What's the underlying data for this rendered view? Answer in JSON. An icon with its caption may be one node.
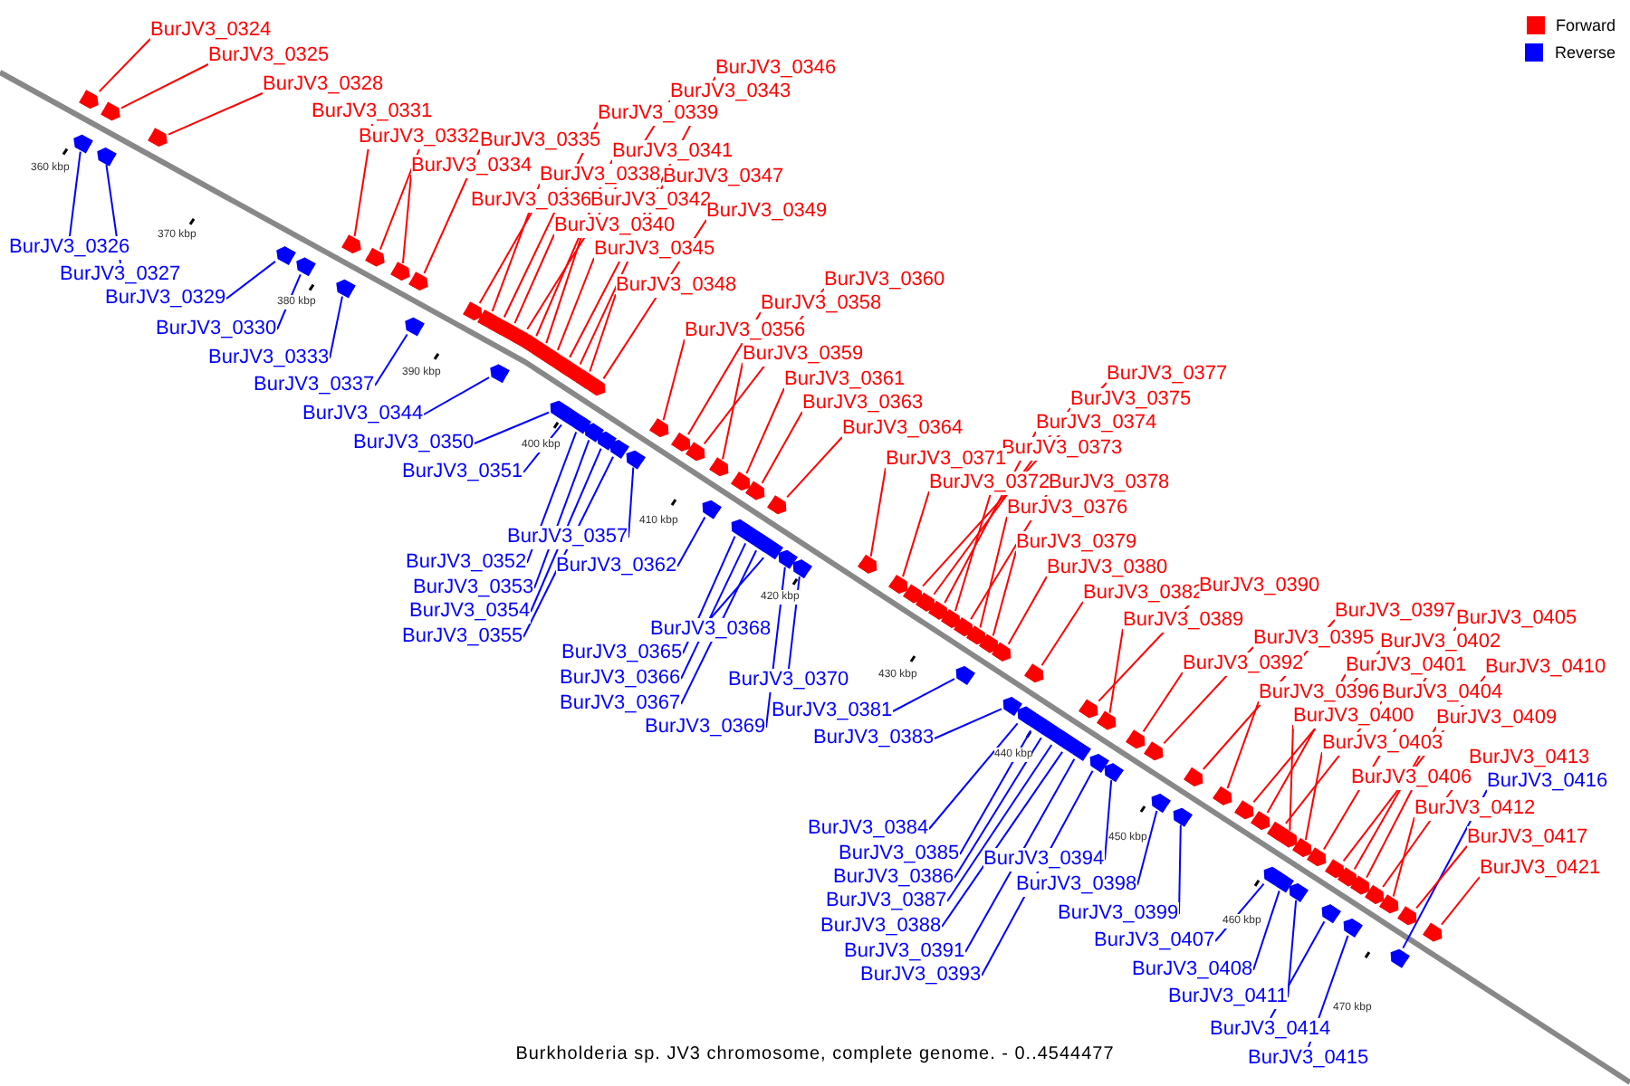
{
  "diagram": {
    "caption": "Burkholderia sp. JV3 chromosome, complete genome. - 0..4544477",
    "nodes": [
      {
        "text": [
          "BurJV3_0324"
        ]
      },
      {
        "text": [
          "BurJV3_0325"
        ]
      },
      {
        "text": [
          "BurJV3_0328"
        ]
      },
      {
        "text": [
          "BurJV3_0331"
        ]
      },
      {
        "text": [
          "BurJV3_0332"
        ]
      },
      {
        "text": [
          "BurJV3_0334"
        ]
      },
      {
        "text": [
          "BurJV3_0335"
        ]
      },
      {
        "text": [
          "BurJV3_0336"
        ]
      },
      {
        "text": [
          "BurJV3_0339"
        ]
      },
      {
        "text": [
          "BurJV3_0343"
        ]
      },
      {
        "text": [
          "BurJV3_0346"
        ]
      },
      {
        "text": [
          "BurJV3_0341"
        ]
      },
      {
        "text": [
          "BurJV3_0338"
        ]
      },
      {
        "text": [
          "BurJV3_0347"
        ]
      },
      {
        "text": [
          "BurJV3_0342"
        ]
      },
      {
        "text": [
          "BurJV3_0340"
        ]
      },
      {
        "text": [
          "BurJV3_0349"
        ]
      },
      {
        "text": [
          "BurJV3_0345"
        ]
      },
      {
        "text": [
          "BurJV3_0348"
        ]
      },
      {
        "text": [
          "BurJV3_0356"
        ]
      },
      {
        "text": [
          "BurJV3_0358"
        ]
      },
      {
        "text": [
          "BurJV3_0360"
        ]
      },
      {
        "text": [
          "BurJV3_0359"
        ]
      },
      {
        "text": [
          "BurJV3_0361"
        ]
      },
      {
        "text": [
          "BurJV3_0363"
        ]
      },
      {
        "text": [
          "BurJV3_0364"
        ]
      },
      {
        "text": [
          "BurJV3_0377"
        ]
      },
      {
        "text": [
          "BurJV3_0375"
        ]
      },
      {
        "text": [
          "BurJV3_0374"
        ]
      },
      {
        "text": [
          "BurJV3_0373"
        ]
      },
      {
        "text": [
          "BurJV3_0371"
        ]
      },
      {
        "text": [
          "BurJV3_0372"
        ]
      },
      {
        "text": [
          "BurJV3_0378"
        ]
      },
      {
        "text": [
          "BurJV3_0376"
        ]
      },
      {
        "text": [
          "BurJV3_0379"
        ]
      },
      {
        "text": [
          "BurJV3_0380"
        ]
      },
      {
        "text": [
          "BurJV3_0382"
        ]
      },
      {
        "text": [
          "BurJV3_0390"
        ]
      },
      {
        "text": [
          "BurJV3_0389"
        ]
      },
      {
        "text": [
          "BurJV3_0395"
        ]
      },
      {
        "text": [
          "BurJV3_0392"
        ]
      },
      {
        "text": [
          "BurJV3_0397"
        ]
      },
      {
        "text": [
          "BurJV3_0396"
        ]
      },
      {
        "text": [
          "BurJV3_0402"
        ]
      },
      {
        "text": [
          "BurJV3_0401"
        ]
      },
      {
        "text": [
          "BurJV3_0405"
        ]
      },
      {
        "text": [
          "BurJV3_0404"
        ]
      },
      {
        "text": [
          "BurJV3_0400"
        ]
      },
      {
        "text": [
          "BurJV3_0410"
        ]
      },
      {
        "text": [
          "BurJV3_0403"
        ]
      },
      {
        "text": [
          "BurJV3_0409"
        ]
      },
      {
        "text": [
          "BurJV3_0406"
        ]
      },
      {
        "text": [
          "BurJV3_0413"
        ]
      },
      {
        "text": [
          "BurJV3_0412"
        ]
      },
      {
        "text": [
          "BurJV3_0416"
        ]
      },
      {
        "text": [
          "BurJV3_0417"
        ]
      },
      {
        "text": [
          "BurJV3_0421"
        ]
      },
      {
        "text": [
          "BurJV3_0326"
        ]
      },
      {
        "text": [
          "BurJV3_0327"
        ]
      },
      {
        "text": [
          "BurJV3_0329"
        ]
      },
      {
        "text": [
          "BurJV3_0330"
        ]
      },
      {
        "text": [
          "BurJV3_0333"
        ]
      },
      {
        "text": [
          "BurJV3_0337"
        ]
      },
      {
        "text": [
          "BurJV3_0344"
        ]
      },
      {
        "text": [
          "BurJV3_0350"
        ]
      },
      {
        "text": [
          "BurJV3_0351"
        ]
      },
      {
        "text": [
          "BurJV3_0352"
        ]
      },
      {
        "text": [
          "BurJV3_0353"
        ]
      },
      {
        "text": [
          "BurJV3_0354"
        ]
      },
      {
        "text": [
          "BurJV3_0355"
        ]
      },
      {
        "text": [
          "BurJV3_0357"
        ]
      },
      {
        "text": [
          "BurJV3_0362"
        ]
      },
      {
        "text": [
          "BurJV3_0365"
        ]
      },
      {
        "text": [
          "BurJV3_0366"
        ]
      },
      {
        "text": [
          "BurJV3_0367"
        ]
      },
      {
        "text": [
          "BurJV3_0368"
        ]
      },
      {
        "text": [
          "BurJV3_0369"
        ]
      },
      {
        "text": [
          "BurJV3_0370"
        ]
      },
      {
        "text": [
          "BurJV3_0381"
        ]
      },
      {
        "text": [
          "BurJV3_0383"
        ]
      },
      {
        "text": [
          "BurJV3_0384"
        ]
      },
      {
        "text": [
          "BurJV3_0385"
        ]
      },
      {
        "text": [
          "BurJV3_0386"
        ]
      },
      {
        "text": [
          "BurJV3_0387"
        ]
      },
      {
        "text": [
          "BurJV3_0388"
        ]
      },
      {
        "text": [
          "BurJV3_0391"
        ]
      },
      {
        "text": [
          "BurJV3_0393"
        ]
      },
      {
        "text": [
          "BurJV3_0394"
        ]
      },
      {
        "text": [
          "BurJV3_0398"
        ]
      },
      {
        "text": [
          "BurJV3_0399"
        ]
      },
      {
        "text": [
          "BurJV3_0407"
        ]
      },
      {
        "text": [
          "BurJV3_0408"
        ]
      },
      {
        "text": [
          "BurJV3_0411"
        ]
      },
      {
        "text": [
          "BurJV3_0414"
        ]
      },
      {
        "text": [
          "BurJV3_0415"
        ]
      },
      {
        "text": [],
        "shape": "arrow"
      },
      {
        "text": [],
        "shape": "arrow"
      },
      {
        "text": [],
        "shape": "arrow"
      },
      {
        "text": [],
        "shape": "arrow"
      },
      {
        "text": [],
        "shape": "arrow"
      },
      {
        "text": [],
        "shape": "arrow"
      },
      {
        "text": [],
        "shape": "arrow"
      },
      {
        "text": [],
        "shape": "arrow"
      },
      {
        "text": [],
        "shape": "arrow"
      },
      {
        "text": [],
        "shape": "arrow"
      },
      {
        "text": [],
        "shape": "arrow"
      },
      {
        "text": [],
        "shape": "arrow"
      },
      {
        "text": [],
        "shape": "arrow"
      },
      {
        "text": [],
        "shape": "arrow"
      },
      {
        "text": [],
        "shape": "arrow"
      },
      {
        "text": [],
        "shape": "arrow"
      },
      {
        "text": [],
        "shape": "arrow"
      },
      {
        "text": [],
        "shape": "arrow"
      },
      {
        "text": [],
        "shape": "arrow"
      },
      {
        "text": [],
        "shape": "arrow"
      },
      {
        "text": [],
        "shape": "arrow"
      },
      {
        "text": [],
        "shape": "arrow"
      },
      {
        "text": [],
        "shape": "arrow"
      },
      {
        "text": [],
        "shape": "arrow"
      },
      {
        "text": [],
        "shape": "arrow"
      },
      {
        "text": [],
        "shape": "arrow"
      },
      {
        "text": [],
        "shape": "arrow"
      },
      {
        "text": [],
        "shape": "arrow"
      },
      {
        "text": [],
        "shape": "arrow"
      },
      {
        "text": [],
        "shape": "arrow"
      },
      {
        "text": [],
        "shape": "arrow"
      },
      {
        "text": [],
        "shape": "arrow"
      },
      {
        "text": [],
        "shape": "arrow"
      },
      {
        "text": [],
        "shape": "arrow"
      },
      {
        "text": [],
        "shape": "arrow"
      },
      {
        "text": [],
        "shape": "arrow"
      },
      {
        "text": [],
        "shape": "arrow"
      },
      {
        "text": [],
        "shape": "arrow"
      },
      {
        "text": [],
        "shape": "arrow"
      },
      {
        "text": [],
        "shape": "arrow"
      },
      {
        "text": [],
        "shape": "arrow"
      },
      {
        "text": [],
        "shape": "arrow"
      },
      {
        "text": [],
        "shape": "arrow"
      },
      {
        "text": [],
        "shape": "arrow"
      },
      {
        "text": [],
        "shape": "arrow"
      },
      {
        "text": [],
        "shape": "arrow"
      },
      {
        "text": [],
        "shape": "arrow"
      },
      {
        "text": [],
        "shape": "arrow"
      },
      {
        "text": [],
        "shape": "arrow"
      },
      {
        "text": [],
        "shape": "arrow"
      },
      {
        "text": [],
        "shape": "arrow"
      },
      {
        "text": [],
        "shape": "arrow"
      },
      {
        "text": [],
        "shape": "arrow"
      },
      {
        "text": [],
        "shape": "arrow"
      },
      {
        "text": [],
        "shape": "arrow"
      },
      {
        "text": [],
        "shape": "arrow"
      },
      {
        "text": [],
        "shape": "arrow"
      },
      {
        "text": [],
        "shape": "arrow"
      },
      {
        "text": [],
        "shape": "arrow"
      },
      {
        "text": [],
        "shape": "arrow"
      },
      {
        "text": [],
        "shape": "arrow"
      },
      {
        "text": [],
        "shape": "arrow"
      },
      {
        "text": [],
        "shape": "arrow"
      },
      {
        "text": [],
        "shape": "arrow"
      },
      {
        "text": [],
        "shape": "arrow"
      },
      {
        "text": [],
        "shape": "arrow"
      },
      {
        "text": [],
        "shape": "arrow"
      },
      {
        "text": [],
        "shape": "arrow"
      },
      {
        "text": [],
        "shape": "arrow"
      },
      {
        "text": [],
        "shape": "arrow"
      },
      {
        "text": [],
        "shape": "arrow"
      },
      {
        "text": [],
        "shape": "arrow"
      },
      {
        "text": [],
        "shape": "arrow"
      },
      {
        "text": [],
        "shape": "arrow"
      },
      {
        "text": [],
        "shape": "arrow"
      },
      {
        "text": [],
        "shape": "arrow"
      },
      {
        "text": [],
        "shape": "arrow"
      },
      {
        "text": [],
        "shape": "arrow"
      },
      {
        "text": [],
        "shape": "arrow"
      },
      {
        "text": [],
        "shape": "arrow"
      },
      {
        "text": [],
        "shape": "arrow"
      },
      {
        "text": [],
        "shape": "arrow"
      },
      {
        "text": [],
        "shape": "arrow"
      },
      {
        "text": [],
        "shape": "arrow"
      },
      {
        "text": [],
        "shape": "arrow"
      },
      {
        "text": [],
        "shape": "arrow"
      },
      {
        "text": [],
        "shape": "arrow"
      },
      {
        "text": [],
        "shape": "arrow"
      },
      {
        "text": [],
        "shape": "arrow"
      },
      {
        "text": [],
        "shape": "arrow"
      },
      {
        "text": [],
        "shape": "arrow"
      },
      {
        "text": [],
        "shape": "arrow"
      },
      {
        "text": [],
        "shape": "arrow"
      },
      {
        "text": [],
        "shape": "arrow"
      },
      {
        "text": [],
        "shape": "arrow"
      }
    ],
    "edges": [
      {
        "from": 0,
        "to": 95,
        "arrow": "none"
      },
      {
        "from": 1,
        "to": 96,
        "arrow": "none"
      },
      {
        "from": 2,
        "to": 97,
        "arrow": "none"
      },
      {
        "from": 3,
        "to": 98,
        "arrow": "none"
      },
      {
        "from": 4,
        "to": 99,
        "arrow": "none"
      },
      {
        "from": 5,
        "to": 100,
        "arrow": "none"
      },
      {
        "from": 6,
        "to": 101,
        "arrow": "none"
      },
      {
        "from": 7,
        "to": 102,
        "arrow": "none"
      },
      {
        "from": 8,
        "to": 103,
        "arrow": "none"
      },
      {
        "from": 9,
        "to": 104,
        "arrow": "none"
      },
      {
        "from": 10,
        "to": 105,
        "arrow": "none"
      },
      {
        "from": 11,
        "to": 106,
        "arrow": "none"
      },
      {
        "from": 12,
        "to": 107,
        "arrow": "none"
      },
      {
        "from": 13,
        "to": 108,
        "arrow": "none"
      },
      {
        "from": 14,
        "to": 109,
        "arrow": "none"
      },
      {
        "from": 15,
        "to": 110,
        "arrow": "none"
      },
      {
        "from": 16,
        "to": 111,
        "arrow": "none"
      },
      {
        "from": 17,
        "to": 112,
        "arrow": "none"
      },
      {
        "from": 18,
        "to": 113,
        "arrow": "none"
      },
      {
        "from": 19,
        "to": 114,
        "arrow": "none"
      },
      {
        "from": 20,
        "to": 115,
        "arrow": "none"
      },
      {
        "from": 21,
        "to": 116,
        "arrow": "none"
      },
      {
        "from": 22,
        "to": 117,
        "arrow": "none"
      },
      {
        "from": 23,
        "to": 118,
        "arrow": "none"
      },
      {
        "from": 24,
        "to": 119,
        "arrow": "none"
      },
      {
        "from": 25,
        "to": 120,
        "arrow": "none"
      },
      {
        "from": 26,
        "to": 121,
        "arrow": "none"
      },
      {
        "from": 27,
        "to": 122,
        "arrow": "none"
      },
      {
        "from": 28,
        "to": 123,
        "arrow": "none"
      },
      {
        "from": 29,
        "to": 124,
        "arrow": "none"
      },
      {
        "from": 30,
        "to": 125,
        "arrow": "none"
      },
      {
        "from": 31,
        "to": 126,
        "arrow": "none"
      },
      {
        "from": 32,
        "to": 127,
        "arrow": "none"
      },
      {
        "from": 33,
        "to": 128,
        "arrow": "none"
      },
      {
        "from": 34,
        "to": 129,
        "arrow": "none"
      },
      {
        "from": 35,
        "to": 130,
        "arrow": "none"
      },
      {
        "from": 36,
        "to": 131,
        "arrow": "none"
      },
      {
        "from": 37,
        "to": 132,
        "arrow": "none"
      },
      {
        "from": 38,
        "to": 133,
        "arrow": "none"
      },
      {
        "from": 39,
        "to": 134,
        "arrow": "none"
      },
      {
        "from": 40,
        "to": 135,
        "arrow": "none"
      },
      {
        "from": 41,
        "to": 136,
        "arrow": "none"
      },
      {
        "from": 42,
        "to": 137,
        "arrow": "none"
      },
      {
        "from": 43,
        "to": 138,
        "arrow": "none"
      },
      {
        "from": 44,
        "to": 139,
        "arrow": "none"
      },
      {
        "from": 45,
        "to": 140,
        "arrow": "none"
      },
      {
        "from": 46,
        "to": 141,
        "arrow": "none"
      },
      {
        "from": 47,
        "to": 142,
        "arrow": "none"
      },
      {
        "from": 48,
        "to": 143,
        "arrow": "none"
      },
      {
        "from": 49,
        "to": 144,
        "arrow": "none"
      },
      {
        "from": 50,
        "to": 145,
        "arrow": "none"
      },
      {
        "from": 51,
        "to": 146,
        "arrow": "none"
      },
      {
        "from": 52,
        "to": 147,
        "arrow": "none"
      },
      {
        "from": 53,
        "to": 148,
        "arrow": "none"
      },
      {
        "from": 54,
        "to": 149,
        "arrow": "none",
        "color": "#0000ff"
      },
      {
        "from": 55,
        "to": 150,
        "arrow": "none"
      },
      {
        "from": 56,
        "to": 151,
        "arrow": "none"
      },
      {
        "from": 57,
        "to": 152,
        "arrow": "none",
        "color": "#0000ff"
      },
      {
        "from": 58,
        "to": 153,
        "arrow": "none",
        "color": "#0000ff"
      },
      {
        "from": 59,
        "to": 154,
        "arrow": "none",
        "color": "#0000ff"
      },
      {
        "from": 60,
        "to": 155,
        "arrow": "none",
        "color": "#0000ff"
      },
      {
        "from": 61,
        "to": 156,
        "arrow": "none",
        "color": "#0000ff"
      },
      {
        "from": 62,
        "to": 157,
        "arrow": "none",
        "color": "#0000ff"
      },
      {
        "from": 63,
        "to": 158,
        "arrow": "none",
        "color": "#0000ff"
      },
      {
        "from": 64,
        "to": 159,
        "arrow": "none",
        "color": "#0000ff"
      },
      {
        "from": 65,
        "to": 160,
        "arrow": "none",
        "color": "#0000ff"
      },
      {
        "from": 66,
        "to": 161,
        "arrow": "none",
        "color": "#0000ff"
      },
      {
        "from": 67,
        "to": 162,
        "arrow": "none",
        "color": "#0000ff"
      },
      {
        "from": 68,
        "to": 163,
        "arrow": "none",
        "color": "#0000ff"
      },
      {
        "from": 69,
        "to": 164,
        "arrow": "none",
        "color": "#0000ff"
      },
      {
        "from": 70,
        "to": 165,
        "arrow": "none",
        "color": "#0000ff"
      },
      {
        "from": 71,
        "to": 166,
        "arrow": "none",
        "color": "#0000ff"
      },
      {
        "from": 72,
        "to": 167,
        "arrow": "none",
        "color": "#0000ff"
      },
      {
        "from": 73,
        "to": 168,
        "arrow": "none",
        "color": "#0000ff"
      },
      {
        "from": 74,
        "to": 169,
        "arrow": "none",
        "color": "#0000ff"
      },
      {
        "from": 75,
        "to": 170,
        "arrow": "none",
        "color": "#0000ff"
      },
      {
        "from": 76,
        "to": 171,
        "arrow": "none",
        "color": "#0000ff"
      },
      {
        "from": 77,
        "to": 172,
        "arrow": "none",
        "color": "#0000ff"
      },
      {
        "from": 78,
        "to": 173,
        "arrow": "none",
        "color": "#0000ff"
      },
      {
        "from": 79,
        "to": 174,
        "arrow": "none",
        "color": "#0000ff"
      },
      {
        "from": 80,
        "to": 175,
        "arrow": "none",
        "color": "#0000ff"
      },
      {
        "from": 81,
        "to": 176,
        "arrow": "none",
        "color": "#0000ff"
      },
      {
        "from": 82,
        "to": 177,
        "arrow": "none",
        "color": "#0000ff"
      },
      {
        "from": 83,
        "to": 178,
        "arrow": "none",
        "color": "#0000ff"
      },
      {
        "from": 84,
        "to": 179,
        "arrow": "none",
        "color": "#0000ff"
      },
      {
        "from": 85,
        "to": 180,
        "arrow": "none",
        "color": "#0000ff"
      },
      {
        "from": 86,
        "to": 181,
        "arrow": "none",
        "color": "#0000ff"
      },
      {
        "from": 87,
        "to": 182,
        "arrow": "none",
        "color": "#0000ff"
      },
      {
        "from": 88,
        "to": 183,
        "arrow": "none",
        "color": "#0000ff"
      },
      {
        "from": 89,
        "to": 184,
        "arrow": "none",
        "color": "#0000ff"
      },
      {
        "from": 90,
        "to": 185,
        "arrow": "none",
        "color": "#0000ff"
      },
      {
        "from": 91,
        "to": 186,
        "arrow": "none",
        "color": "#0000ff"
      },
      {
        "from": 92,
        "to": 187,
        "arrow": "none",
        "color": "#0000ff"
      },
      {
        "from": 93,
        "to": 188,
        "arrow": "none",
        "color": "#0000ff"
      },
      {
        "from": 94,
        "to": 189,
        "arrow": "none",
        "color": "#0000ff"
      }
    ],
    "labels": [
      "360 kbp",
      "370 kbp",
      "380 kbp",
      "390 kbp",
      "400 kbp",
      "410 kbp",
      "420 kbp",
      "430 kbp",
      "440 kbp",
      "450 kbp",
      "460 kbp",
      "470 kbp"
    ],
    "legend": [
      {
        "text": "Forward",
        "color": "#ff0000"
      },
      {
        "text": "Reverse",
        "color": "#0000ff"
      }
    ]
  }
}
